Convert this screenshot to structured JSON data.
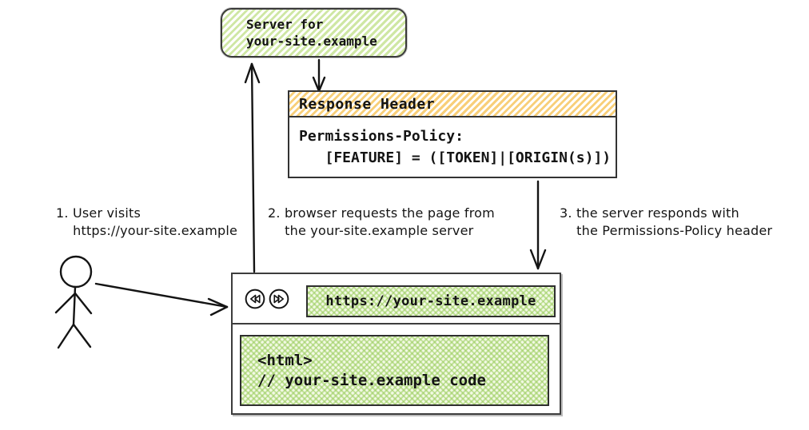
{
  "diagram": {
    "server": {
      "label": "Server for\nyour-site.example"
    },
    "response_header": {
      "title": "Response Header",
      "body": "Permissions-Policy:\n   [FEATURE] = ([TOKEN]|[ORIGIN(s)])"
    },
    "steps": {
      "step1": "1. User visits\n    https://your-site.example",
      "step2": "2. browser requests the page from\n    the your-site.example server",
      "step3": "3. the server responds with\n    the Permissions-Policy header"
    },
    "browser": {
      "url": "https://your-site.example",
      "code": "<html>\n// your-site.example code",
      "back_icon": "rewind-double-left",
      "forward_icon": "fast-forward-double-right"
    },
    "colors": {
      "green_hatch": "#cfe7a4",
      "orange_hatch": "#f8cf79",
      "green_mesh": "#9acd5d",
      "ink": "#141414"
    }
  }
}
